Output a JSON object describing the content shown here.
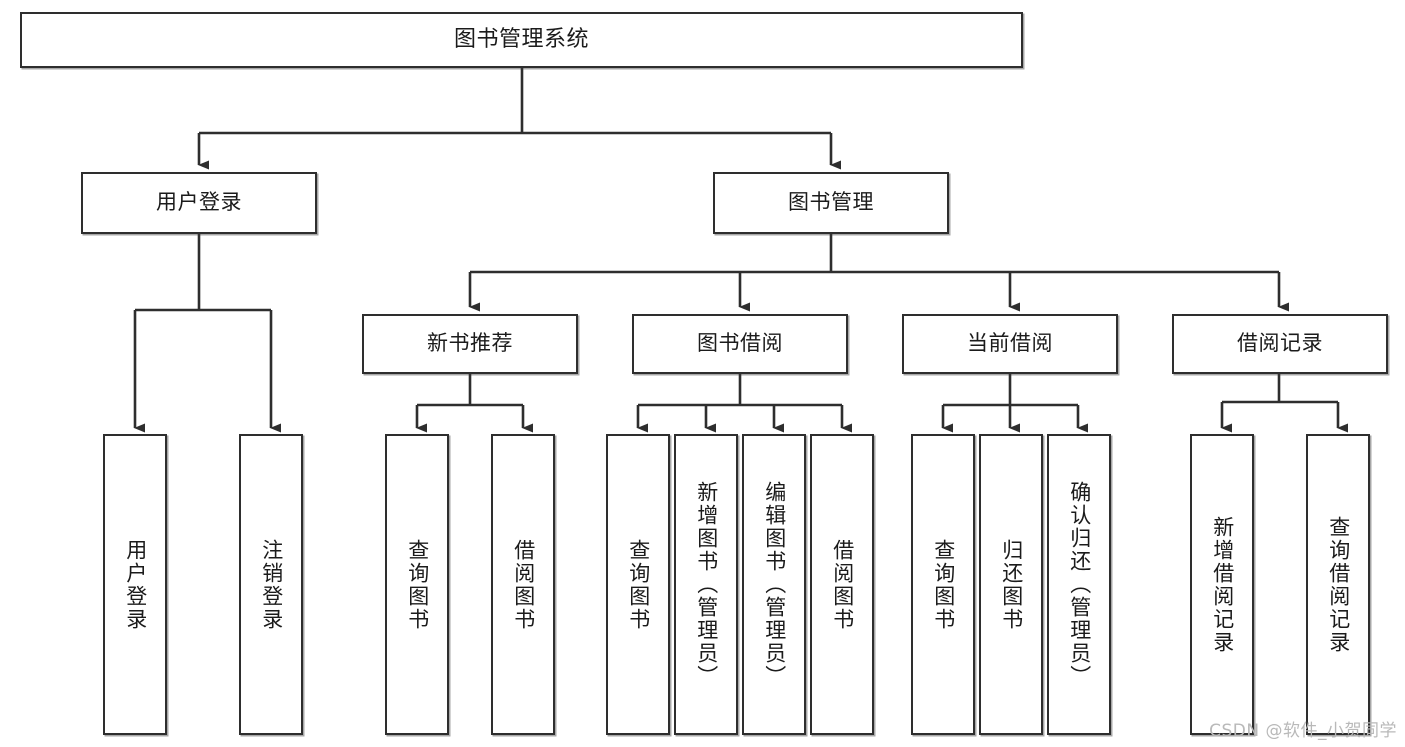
{
  "diagram": {
    "title": "图书管理系统",
    "watermark": "CSDN @软件_小贺同学",
    "nodes": {
      "root": {
        "label": "图书管理系统"
      },
      "level2": [
        {
          "id": "user-login",
          "label": "用户登录"
        },
        {
          "id": "book-management",
          "label": "图书管理"
        }
      ],
      "level3": [
        {
          "id": "new-book-recommend",
          "label": "新书推荐"
        },
        {
          "id": "book-borrow",
          "label": "图书借阅"
        },
        {
          "id": "current-borrow",
          "label": "当前借阅"
        },
        {
          "id": "borrow-record",
          "label": "借阅记录"
        }
      ],
      "leaves": [
        {
          "id": "leaf-user-login",
          "label": "用户登录",
          "parent": "user-login"
        },
        {
          "id": "leaf-logout-login",
          "label": "注销登录",
          "parent": "user-login"
        },
        {
          "id": "leaf-query-book-1",
          "label": "查询图书",
          "parent": "new-book-recommend"
        },
        {
          "id": "leaf-borrow-book-1",
          "label": "借阅图书",
          "parent": "new-book-recommend"
        },
        {
          "id": "leaf-query-book-2",
          "label": "查询图书",
          "parent": "book-borrow"
        },
        {
          "id": "leaf-add-book",
          "label": "新增图书（管理员）",
          "parent": "book-borrow"
        },
        {
          "id": "leaf-edit-book",
          "label": "编辑图书（管理员）",
          "parent": "book-borrow"
        },
        {
          "id": "leaf-borrow-book-2",
          "label": "借阅图书",
          "parent": "book-borrow"
        },
        {
          "id": "leaf-query-book-3",
          "label": "查询图书",
          "parent": "current-borrow"
        },
        {
          "id": "leaf-return-book",
          "label": "归还图书",
          "parent": "current-borrow"
        },
        {
          "id": "leaf-confirm-return",
          "label": "确认归还（管理员）",
          "parent": "current-borrow"
        },
        {
          "id": "leaf-add-record",
          "label": "新增借阅记录",
          "parent": "borrow-record"
        },
        {
          "id": "leaf-query-record",
          "label": "查询借阅记录",
          "parent": "borrow-record"
        }
      ]
    },
    "colors": {
      "stroke": "#2e2e2e",
      "text": "#1b1b1b",
      "background": "#ffffff",
      "watermark": "#b9b9b9"
    }
  }
}
